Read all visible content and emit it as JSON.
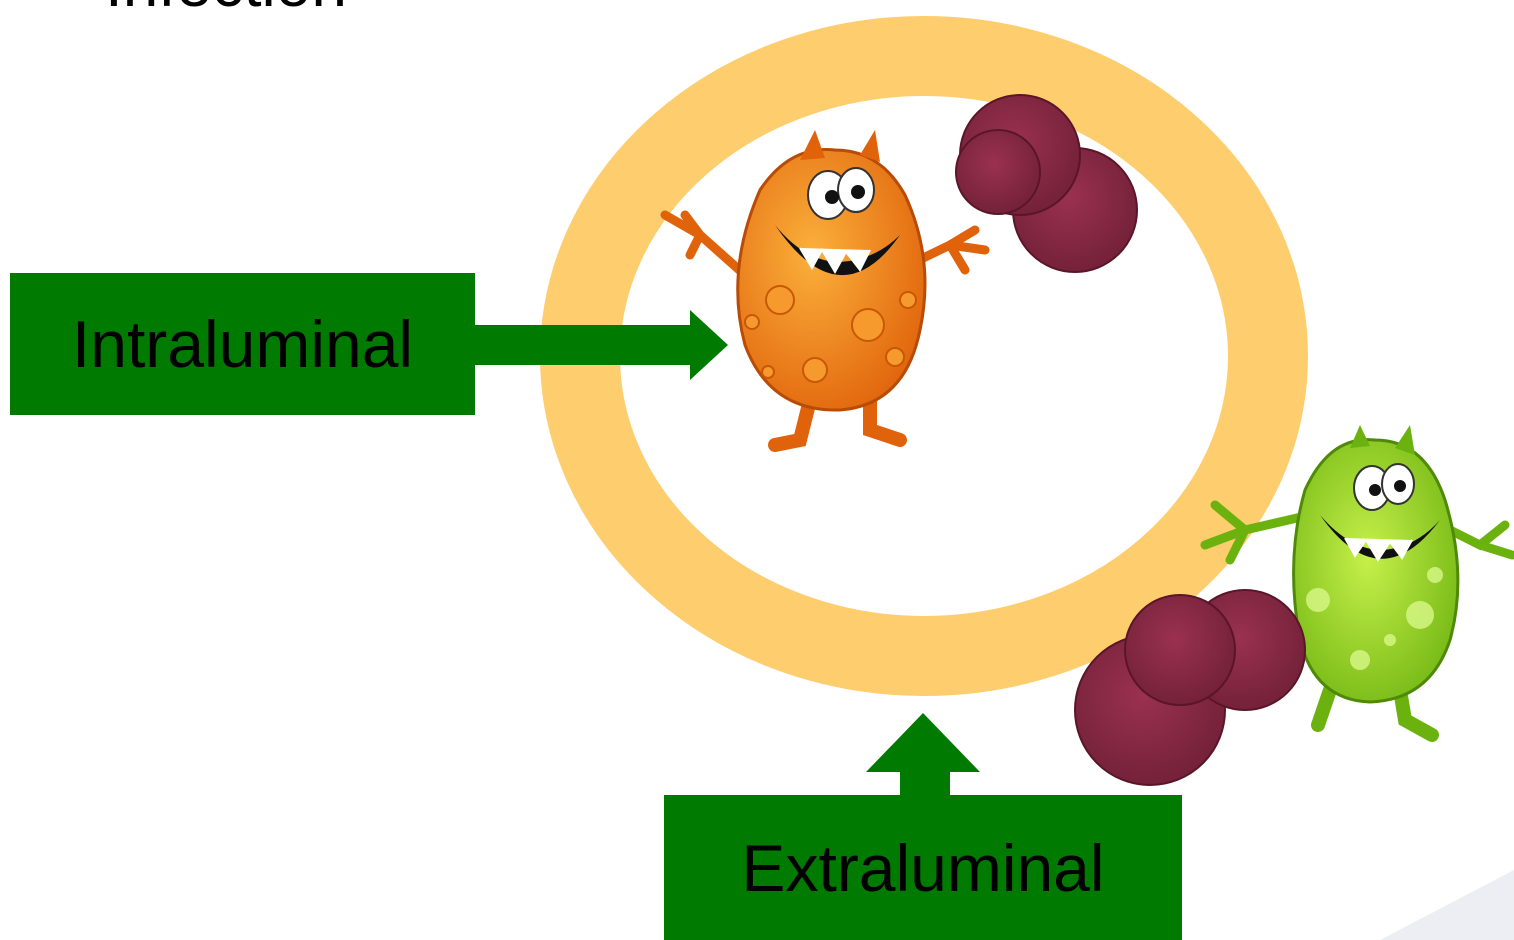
{
  "title_fragment": "Infection",
  "labels": {
    "intraluminal": "Intraluminal",
    "extraluminal": "Extraluminal"
  },
  "colors": {
    "catheter_ring": "#fdcd6e",
    "label_box": "#007a00",
    "arrow": "#007a00",
    "orange_bug": "#f28c12",
    "green_bug": "#8fd11c",
    "biofilm": "#8a2a43"
  },
  "icons": [
    "orange-bug-icon",
    "green-bug-icon",
    "biofilm-clump-icon"
  ]
}
